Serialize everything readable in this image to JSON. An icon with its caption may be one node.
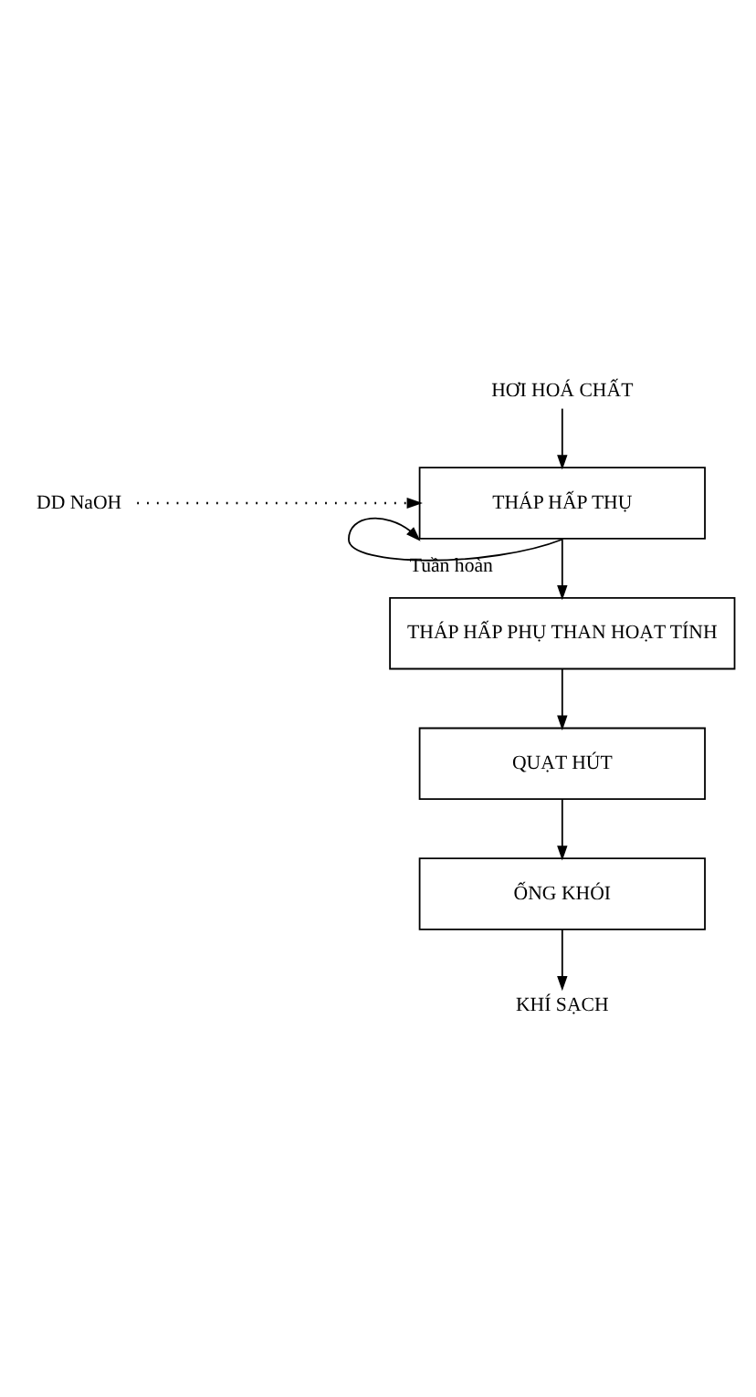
{
  "diagram": {
    "nodes": [
      {
        "text": [
          "HƠI HOÁ CHẤT"
        ]
      },
      {
        "text": [
          "THÁP HẤP THỤ"
        ]
      },
      {
        "text": [
          "THÁP HẤP PHỤ THAN HOẠT TÍNH"
        ]
      },
      {
        "text": [
          "QUẠT HÚT"
        ]
      },
      {
        "text": [
          "ỐNG KHÓI"
        ]
      },
      {
        "text": [
          "KHÍ SẠCH"
        ]
      },
      {
        "text": [
          "DD NaOH"
        ]
      }
    ],
    "edges": [
      {
        "from": 0,
        "to": 1,
        "arrow": "to"
      },
      {
        "from": 6,
        "to": 1,
        "arrow": "to",
        "style": "dashed"
      },
      {
        "from": 1,
        "to": 1,
        "arrow": "to",
        "label": "Tuần hoàn"
      },
      {
        "from": 1,
        "to": 2,
        "arrow": "to"
      },
      {
        "from": 2,
        "to": 3,
        "arrow": "to"
      },
      {
        "from": 3,
        "to": 4,
        "arrow": "to"
      },
      {
        "from": 4,
        "to": 5,
        "arrow": "to"
      }
    ]
  }
}
